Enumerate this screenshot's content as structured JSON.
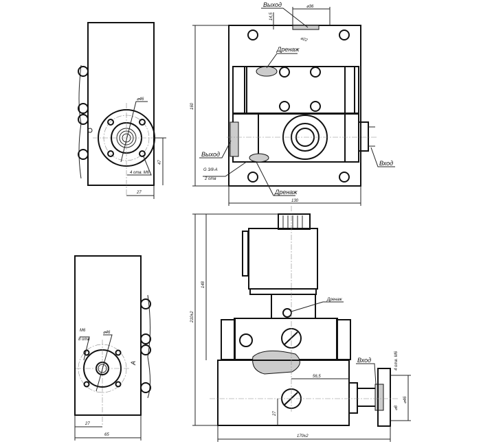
{
  "top_view": {
    "outlet_top": "Выход",
    "dia_36": "⌀36",
    "dim_14_5": "14,5",
    "dia_22": "⌀22",
    "drain_top": "Дренаж",
    "height_160": "160",
    "outlet_left": "Выход",
    "thread": "G 3/8-A",
    "thread_count": "2 отв",
    "drain_bottom": "Дренаж",
    "width_130": "130",
    "inlet": "Вход"
  },
  "side_view_top": {
    "dia_46": "⌀46",
    "holes": "4 отв. М6",
    "dim_47": "47",
    "dim_27": "27"
  },
  "side_view_bottom": {
    "thread": "М6",
    "hole_count": "8 отв",
    "dia_46": "⌀46",
    "view_letter": "А",
    "dim_27": "27",
    "dim_65": "65"
  },
  "front_view": {
    "drain": "Дренаж",
    "dim_148": "148",
    "height_210": "210±2",
    "dim_56_5": "56,5",
    "dim_27": "27",
    "inlet": "Вход",
    "holes": "4 отв. М6",
    "dia_46": "⌀46",
    "dia_8": "⌀8",
    "width_170": "170±2"
  }
}
